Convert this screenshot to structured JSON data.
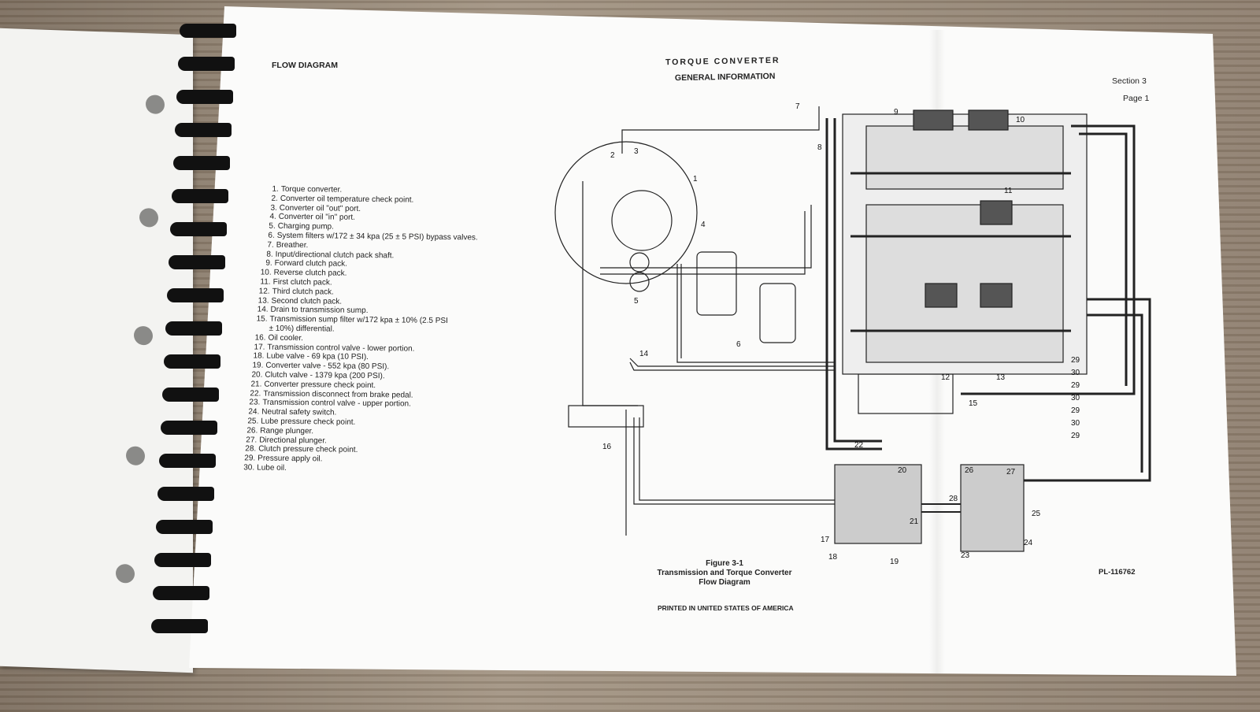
{
  "page": {
    "left_header": "FLOW DIAGRAM",
    "title": "TORQUE CONVERTER",
    "subtitle": "GENERAL INFORMATION",
    "section": "Section 3",
    "page_number": "Page 1",
    "figure_number": "Figure 3-1",
    "figure_title_line1": "Transmission and Torque Converter",
    "figure_title_line2": "Flow Diagram",
    "part_number": "PL-116762",
    "footer": "PRINTED IN UNITED STATES OF AMERICA"
  },
  "legend": [
    {
      "num": "1.",
      "text": "Torque converter."
    },
    {
      "num": "2.",
      "text": "Converter oil temperature check point."
    },
    {
      "num": "3.",
      "text": "Converter oil \"out\" port."
    },
    {
      "num": "4.",
      "text": "Converter oil \"in\" port."
    },
    {
      "num": "5.",
      "text": "Charging pump."
    },
    {
      "num": "6.",
      "text": "System filters w/172 ± 34 kpa (25 ± 5 PSI) bypass valves."
    },
    {
      "num": "7.",
      "text": "Breather."
    },
    {
      "num": "8.",
      "text": "Input/directional clutch pack shaft."
    },
    {
      "num": "9.",
      "text": "Forward clutch pack."
    },
    {
      "num": "10.",
      "text": "Reverse clutch pack."
    },
    {
      "num": "11.",
      "text": "First clutch pack."
    },
    {
      "num": "12.",
      "text": "Third clutch pack."
    },
    {
      "num": "13.",
      "text": "Second clutch pack."
    },
    {
      "num": "14.",
      "text": "Drain to transmission sump."
    },
    {
      "num": "15.",
      "text": "Transmission sump filter w/172 kpa ± 10% (2.5 PSI"
    },
    {
      "num": "",
      "text": "± 10%) differential."
    },
    {
      "num": "16.",
      "text": "Oil cooler."
    },
    {
      "num": "17.",
      "text": "Transmission control valve - lower portion."
    },
    {
      "num": "18.",
      "text": "Lube valve - 69 kpa (10 PSI)."
    },
    {
      "num": "19.",
      "text": "Converter valve - 552 kpa (80 PSI)."
    },
    {
      "num": "20.",
      "text": "Clutch valve - 1379 kpa (200 PSI)."
    },
    {
      "num": "21.",
      "text": "Converter pressure check point."
    },
    {
      "num": "22.",
      "text": "Transmission disconnect from brake pedal."
    },
    {
      "num": "23.",
      "text": "Transmission control valve - upper portion."
    },
    {
      "num": "24.",
      "text": "Neutral safety switch."
    },
    {
      "num": "25.",
      "text": "Lube pressure check point."
    },
    {
      "num": "26.",
      "text": "Range plunger."
    },
    {
      "num": "27.",
      "text": "Directional plunger."
    },
    {
      "num": "28.",
      "text": "Clutch pressure check point."
    },
    {
      "num": "29.",
      "text": "Pressure apply oil."
    },
    {
      "num": "30.",
      "text": "Lube oil."
    }
  ],
  "callouts": [
    "1",
    "2",
    "3",
    "4",
    "5",
    "6",
    "7",
    "8",
    "9",
    "10",
    "11",
    "12",
    "13",
    "14",
    "15",
    "16",
    "17",
    "18",
    "19",
    "20",
    "21",
    "22",
    "23",
    "24",
    "25",
    "26",
    "27",
    "28",
    "29",
    "30",
    "29",
    "30",
    "29",
    "30",
    "29"
  ]
}
